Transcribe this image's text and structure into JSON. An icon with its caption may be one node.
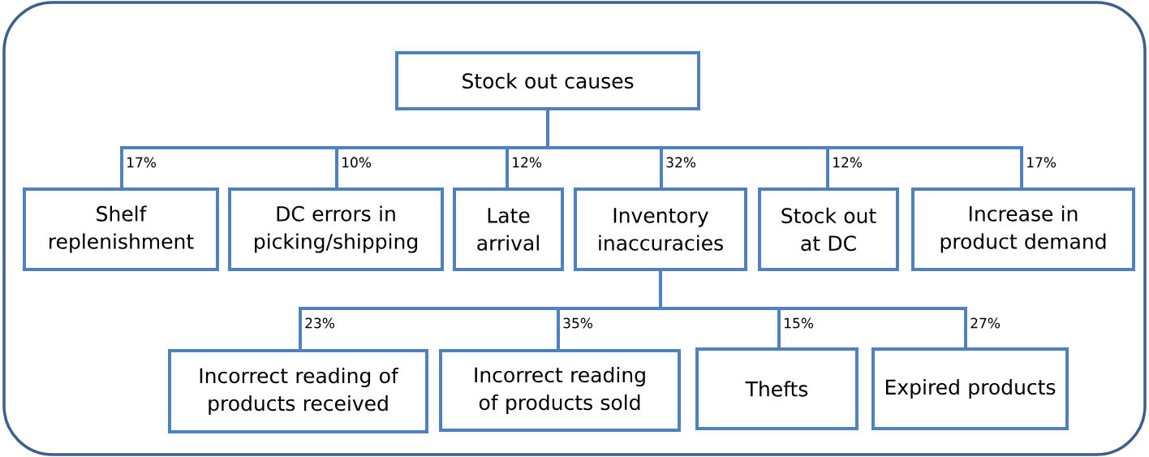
{
  "diagram": {
    "nodes": [
      {
        "text": [
          "Stock out causes"
        ]
      },
      {
        "text": [
          "Shelf replenishment"
        ]
      },
      {
        "text": [
          "DC errors in picking/shipping"
        ]
      },
      {
        "text": [
          "Late arrival"
        ]
      },
      {
        "text": [
          "Inventory inaccuracies"
        ]
      },
      {
        "text": [
          "Stock out at DC"
        ]
      },
      {
        "text": [
          "Increase in product demand"
        ]
      },
      {
        "text": [
          "Incorrect reading of products received"
        ]
      },
      {
        "text": [
          "Incorrect reading of products sold"
        ]
      },
      {
        "text": [
          "Thefts"
        ]
      },
      {
        "text": [
          "Expired products"
        ]
      }
    ],
    "edges": [
      {
        "from": 0,
        "to": 1,
        "arrow": "none",
        "label": "17%"
      },
      {
        "from": 0,
        "to": 2,
        "arrow": "none",
        "label": "10%"
      },
      {
        "from": 0,
        "to": 3,
        "arrow": "none",
        "label": "12%"
      },
      {
        "from": 0,
        "to": 4,
        "arrow": "none",
        "label": "32%"
      },
      {
        "from": 0,
        "to": 5,
        "arrow": "none",
        "label": "12%"
      },
      {
        "from": 0,
        "to": 6,
        "arrow": "none",
        "label": "17%"
      },
      {
        "from": 4,
        "to": 7,
        "arrow": "none",
        "label": "23%"
      },
      {
        "from": 4,
        "to": 8,
        "arrow": "none",
        "label": "35%"
      },
      {
        "from": 4,
        "to": 9,
        "arrow": "none",
        "label": "15%"
      },
      {
        "from": 4,
        "to": 10,
        "arrow": "none",
        "label": "27%"
      }
    ]
  }
}
